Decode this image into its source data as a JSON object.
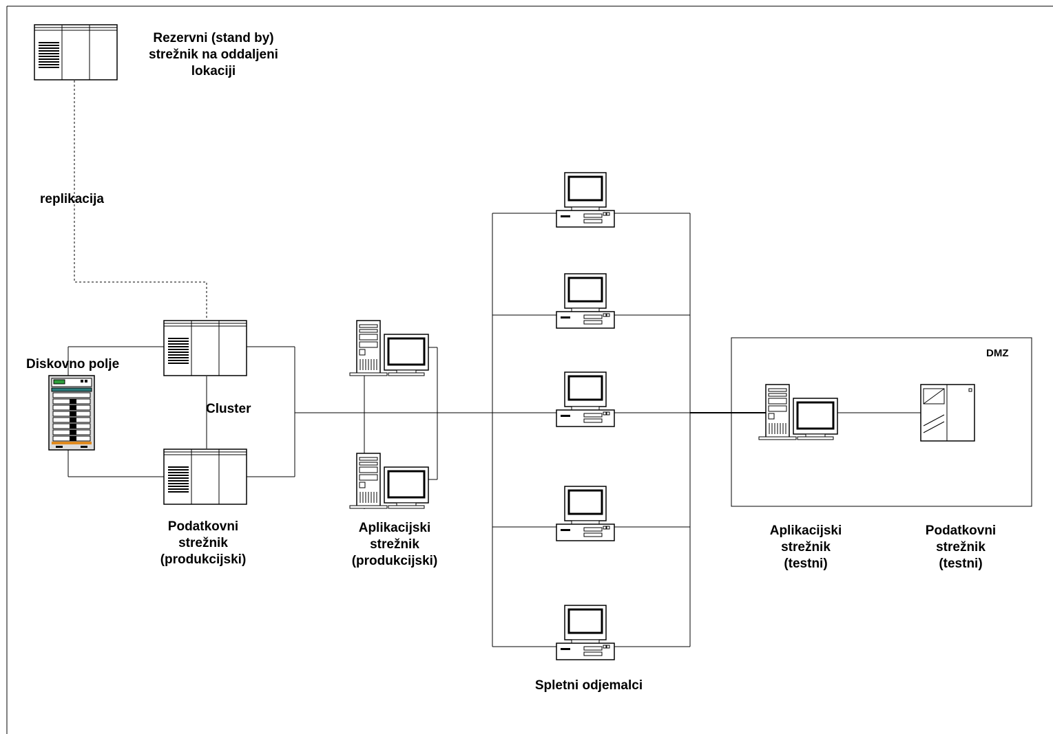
{
  "labels": {
    "standby": "Rezervni (stand by)\nstrežnik na oddaljeni\nlokaciji",
    "replication": "replikacija",
    "disk_array": "Diskovno polje",
    "cluster": "Cluster",
    "db_server_prod": "Podatkovni\nstrežnik\n(produkcijski)",
    "app_server_prod": "Aplikacijski\nstrežnik\n(produkcijski)",
    "web_clients": "Spletni odjemalci",
    "dmz": "DMZ",
    "app_server_test": "Aplikacijski\nstrežnik\n(testni)",
    "db_server_test": "Podatkovni\nstrežnik\n(testni)"
  }
}
